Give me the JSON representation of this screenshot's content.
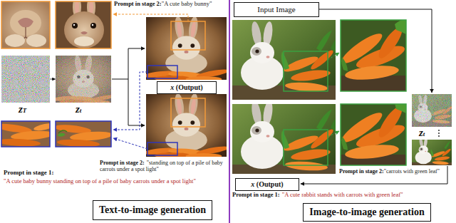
{
  "diagram": {
    "nodes": [
      {
        "text": [
          "x (Output)"
        ]
      },
      {
        "text": [
          "Text-to-image generation"
        ]
      },
      {
        "text": [
          "Input Image"
        ]
      },
      {
        "text": [
          "x (Output)"
        ]
      },
      {
        "text": [
          "Image-to-image generation"
        ]
      }
    ],
    "labels": [
      "Prompt in stage 2:",
      "\"A cute baby bunny\"",
      "zT",
      "zt",
      "Prompt in stage 2:",
      "\"standing on top of a pile of baby carrots under a spot light\"",
      "Prompt in stage 1:",
      "\"A cute baby bunny standing on top of a pile of baby carrots under a spot light\"",
      "zt",
      "Prompt in stage 2:",
      "\"carrots with green leaf\"",
      "Prompt in stage 1:",
      "\"A cute rabbit stands with carrots with green leaf\""
    ]
  }
}
